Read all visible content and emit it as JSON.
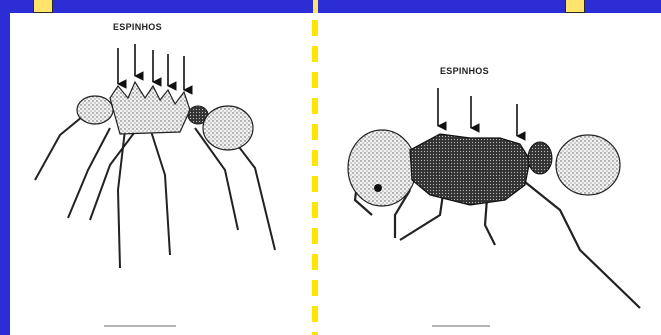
{
  "labels": {
    "left_spines": "ESPINHOS",
    "right_spines": "ESPINHOS"
  },
  "colors": {
    "frame_blue": "#2d2dd6",
    "divider_yellow": "#ffe600",
    "square_yellow": "#ffe36a"
  },
  "icons": {
    "left_figure": "ant-illustration",
    "right_figure": "ant-illustration",
    "arrows": "down-arrow-icon"
  }
}
